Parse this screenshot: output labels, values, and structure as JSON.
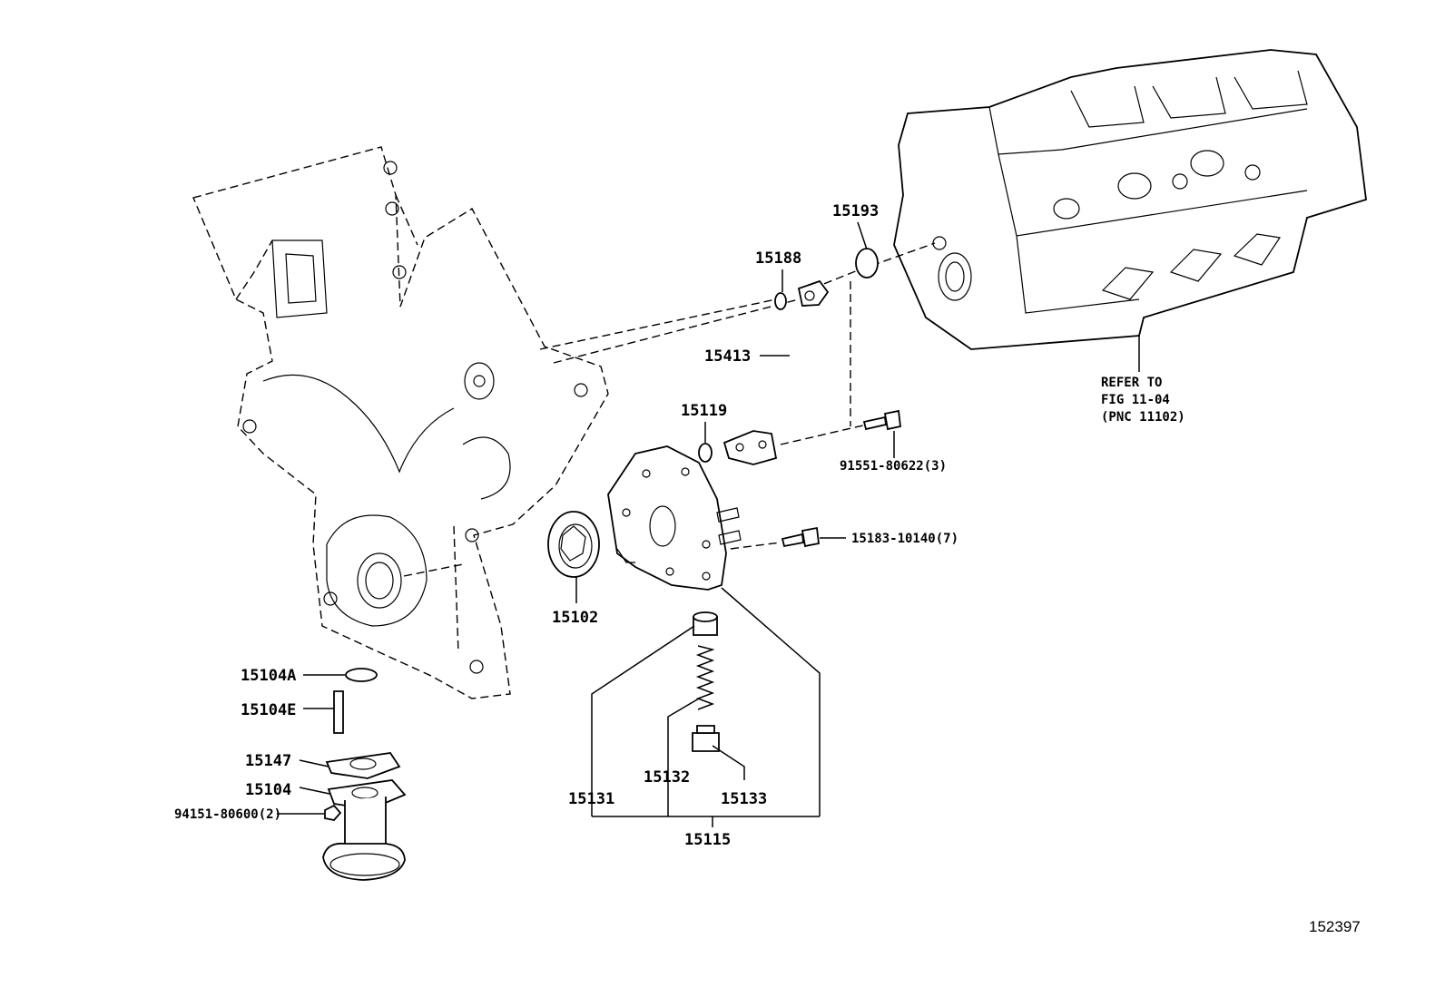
{
  "labels": {
    "p15193": "15193",
    "p15188": "15188",
    "p15413": "15413",
    "p15119": "15119",
    "p91551": "91551-80622(3)",
    "p15183": "15183-10140(7)",
    "p15102": "15102",
    "p15104A": "15104A",
    "p15104E": "15104E",
    "p15147": "15147",
    "p15104": "15104",
    "p94151": "94151-80600(2)",
    "p15132": "15132",
    "p15131": "15131",
    "p15133": "15133",
    "p15115": "15115",
    "refer1": "REFER TO",
    "refer2": "FIG 11-04",
    "refer3": "(PNC 11102)",
    "diagram_id": "152397"
  }
}
